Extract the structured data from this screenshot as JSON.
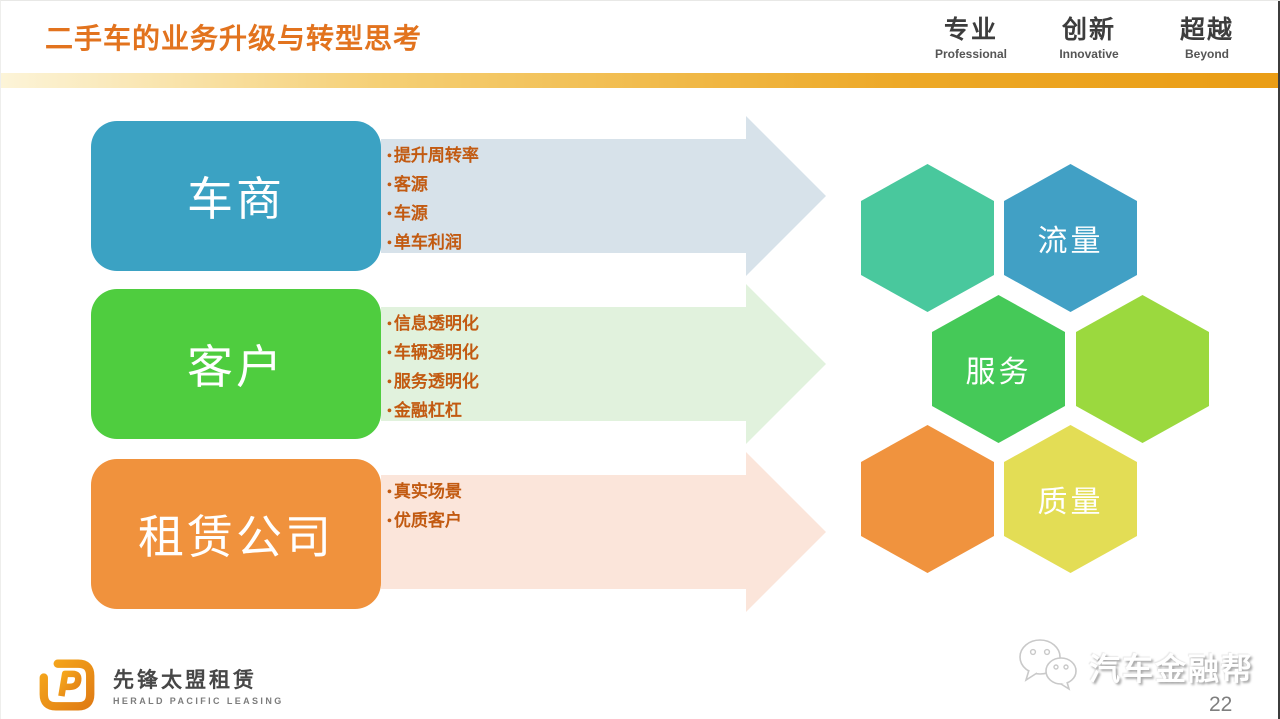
{
  "header": {
    "title": "二手车的业务升级与转型思考",
    "values": [
      {
        "cn": "专业",
        "en": "Professional"
      },
      {
        "cn": "创新",
        "en": "Innovative"
      },
      {
        "cn": "超越",
        "en": "Beyond"
      }
    ]
  },
  "diagram": {
    "rows": [
      {
        "label": "车商",
        "box_color": "#3ba2c3",
        "arrow_color": "#d7e2ea",
        "bullets": [
          "提升周转率",
          "客源",
          "车源",
          "单车利润"
        ]
      },
      {
        "label": "客户",
        "box_color": "#4fcd3f",
        "arrow_color": "#e1f2dd",
        "bullets": [
          "信息透明化",
          "车辆透明化",
          "服务透明化",
          "金融杠杠"
        ]
      },
      {
        "label": "租赁公司",
        "box_color": "#f0923d",
        "arrow_color": "#fbe5da",
        "bullets": [
          "真实场景",
          "优质客户"
        ]
      }
    ],
    "bullet_text_color": "#c25a11",
    "hexagons": [
      {
        "label": "",
        "color": "#49c89d"
      },
      {
        "label": "流量",
        "color": "#41a0c5"
      },
      {
        "label": "服务",
        "color": "#45c958"
      },
      {
        "label": "",
        "color": "#9bd93e"
      },
      {
        "label": "",
        "color": "#f0933e"
      },
      {
        "label": "质量",
        "color": "#e3dd55"
      }
    ]
  },
  "footer": {
    "logo_cn": "先锋太盟租赁",
    "logo_en": "HERALD PACIFIC LEASING",
    "watermark": "汽车金融帮",
    "page_number": "22"
  },
  "theme": {
    "title_color": "#e2731e",
    "gold_bar_left": "#fcf4d8",
    "gold_bar_right": "#ea9d15"
  }
}
